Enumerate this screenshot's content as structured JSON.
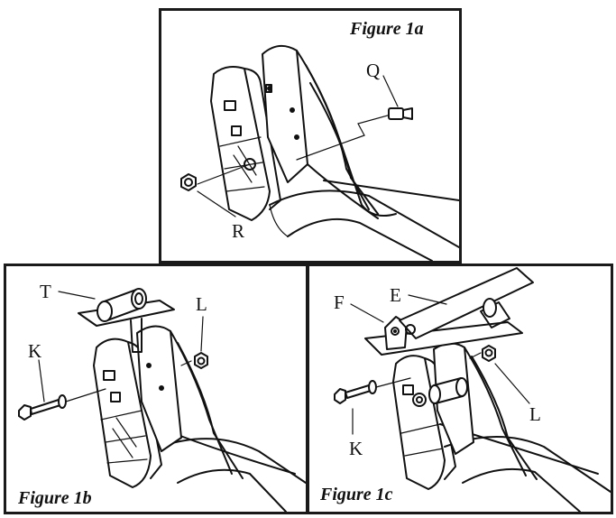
{
  "figures": {
    "fig_a": {
      "title": "Figure 1a",
      "labels": {
        "q": "Q",
        "r": "R"
      }
    },
    "fig_b": {
      "title": "Figure 1b",
      "labels": {
        "t": "T",
        "l": "L",
        "k": "K"
      }
    },
    "fig_c": {
      "title": "Figure 1c",
      "labels": {
        "f": "F",
        "e": "E",
        "l": "L",
        "k": "K"
      }
    }
  }
}
